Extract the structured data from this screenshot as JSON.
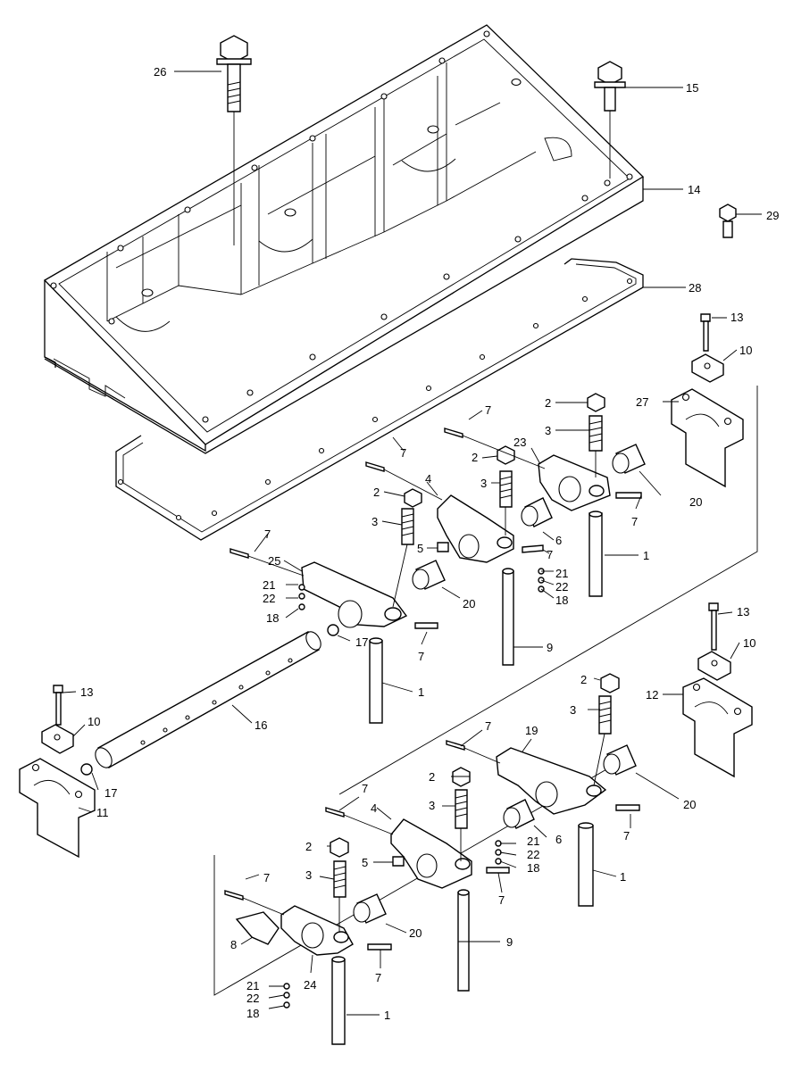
{
  "diagram": {
    "callouts": [
      "26",
      "15",
      "14",
      "29",
      "28",
      "13",
      "10",
      "27",
      "2",
      "3",
      "7",
      "23",
      "20",
      "4",
      "5",
      "6",
      "7",
      "21",
      "22",
      "18",
      "1",
      "9",
      "25",
      "17",
      "16",
      "11",
      "12",
      "19"
    ],
    "labels": {
      "l26": "26",
      "l15": "15",
      "l14": "14",
      "l29": "29",
      "l28": "28",
      "l13a": "13",
      "l10a": "10",
      "l27": "27",
      "l2a": "2",
      "l3a": "3",
      "l7a": "7",
      "l23": "23",
      "l20a": "20",
      "l7b": "7",
      "l2b": "2",
      "l3b": "3",
      "l7c": "7",
      "l4a": "4",
      "l2c": "2",
      "l5a": "5",
      "l3c": "3",
      "l6a": "6",
      "l7d": "7",
      "l1a": "1",
      "l7e": "7",
      "l21a": "21",
      "l22a": "22",
      "l18a": "18",
      "l25": "25",
      "l21b": "21",
      "l22b": "22",
      "l18b": "18",
      "l20b": "20",
      "l17a": "17",
      "l7f": "7",
      "l9a": "9",
      "l1b": "1",
      "l13b": "13",
      "l10b": "10",
      "l16": "16",
      "l13c": "13",
      "l10c": "10",
      "l12": "12",
      "l2d": "2",
      "l3d": "3",
      "l17b": "17",
      "l11": "11",
      "l7g": "7",
      "l19": "19",
      "l2e": "2",
      "l3e": "3",
      "l20c": "20",
      "l7h": "7",
      "l4b": "4",
      "l7i": "7",
      "l21c": "21",
      "l22c": "22",
      "l18c": "18",
      "l6b": "6",
      "l2f": "2",
      "l5b": "5",
      "l3f": "3",
      "l7j": "7",
      "l1c": "1",
      "l7k": "7",
      "l9b": "9",
      "l8": "8",
      "l20d": "20",
      "l24": "24",
      "l7l": "7",
      "l21d": "21",
      "l22d": "22",
      "l18d": "18",
      "l1d": "1"
    }
  }
}
